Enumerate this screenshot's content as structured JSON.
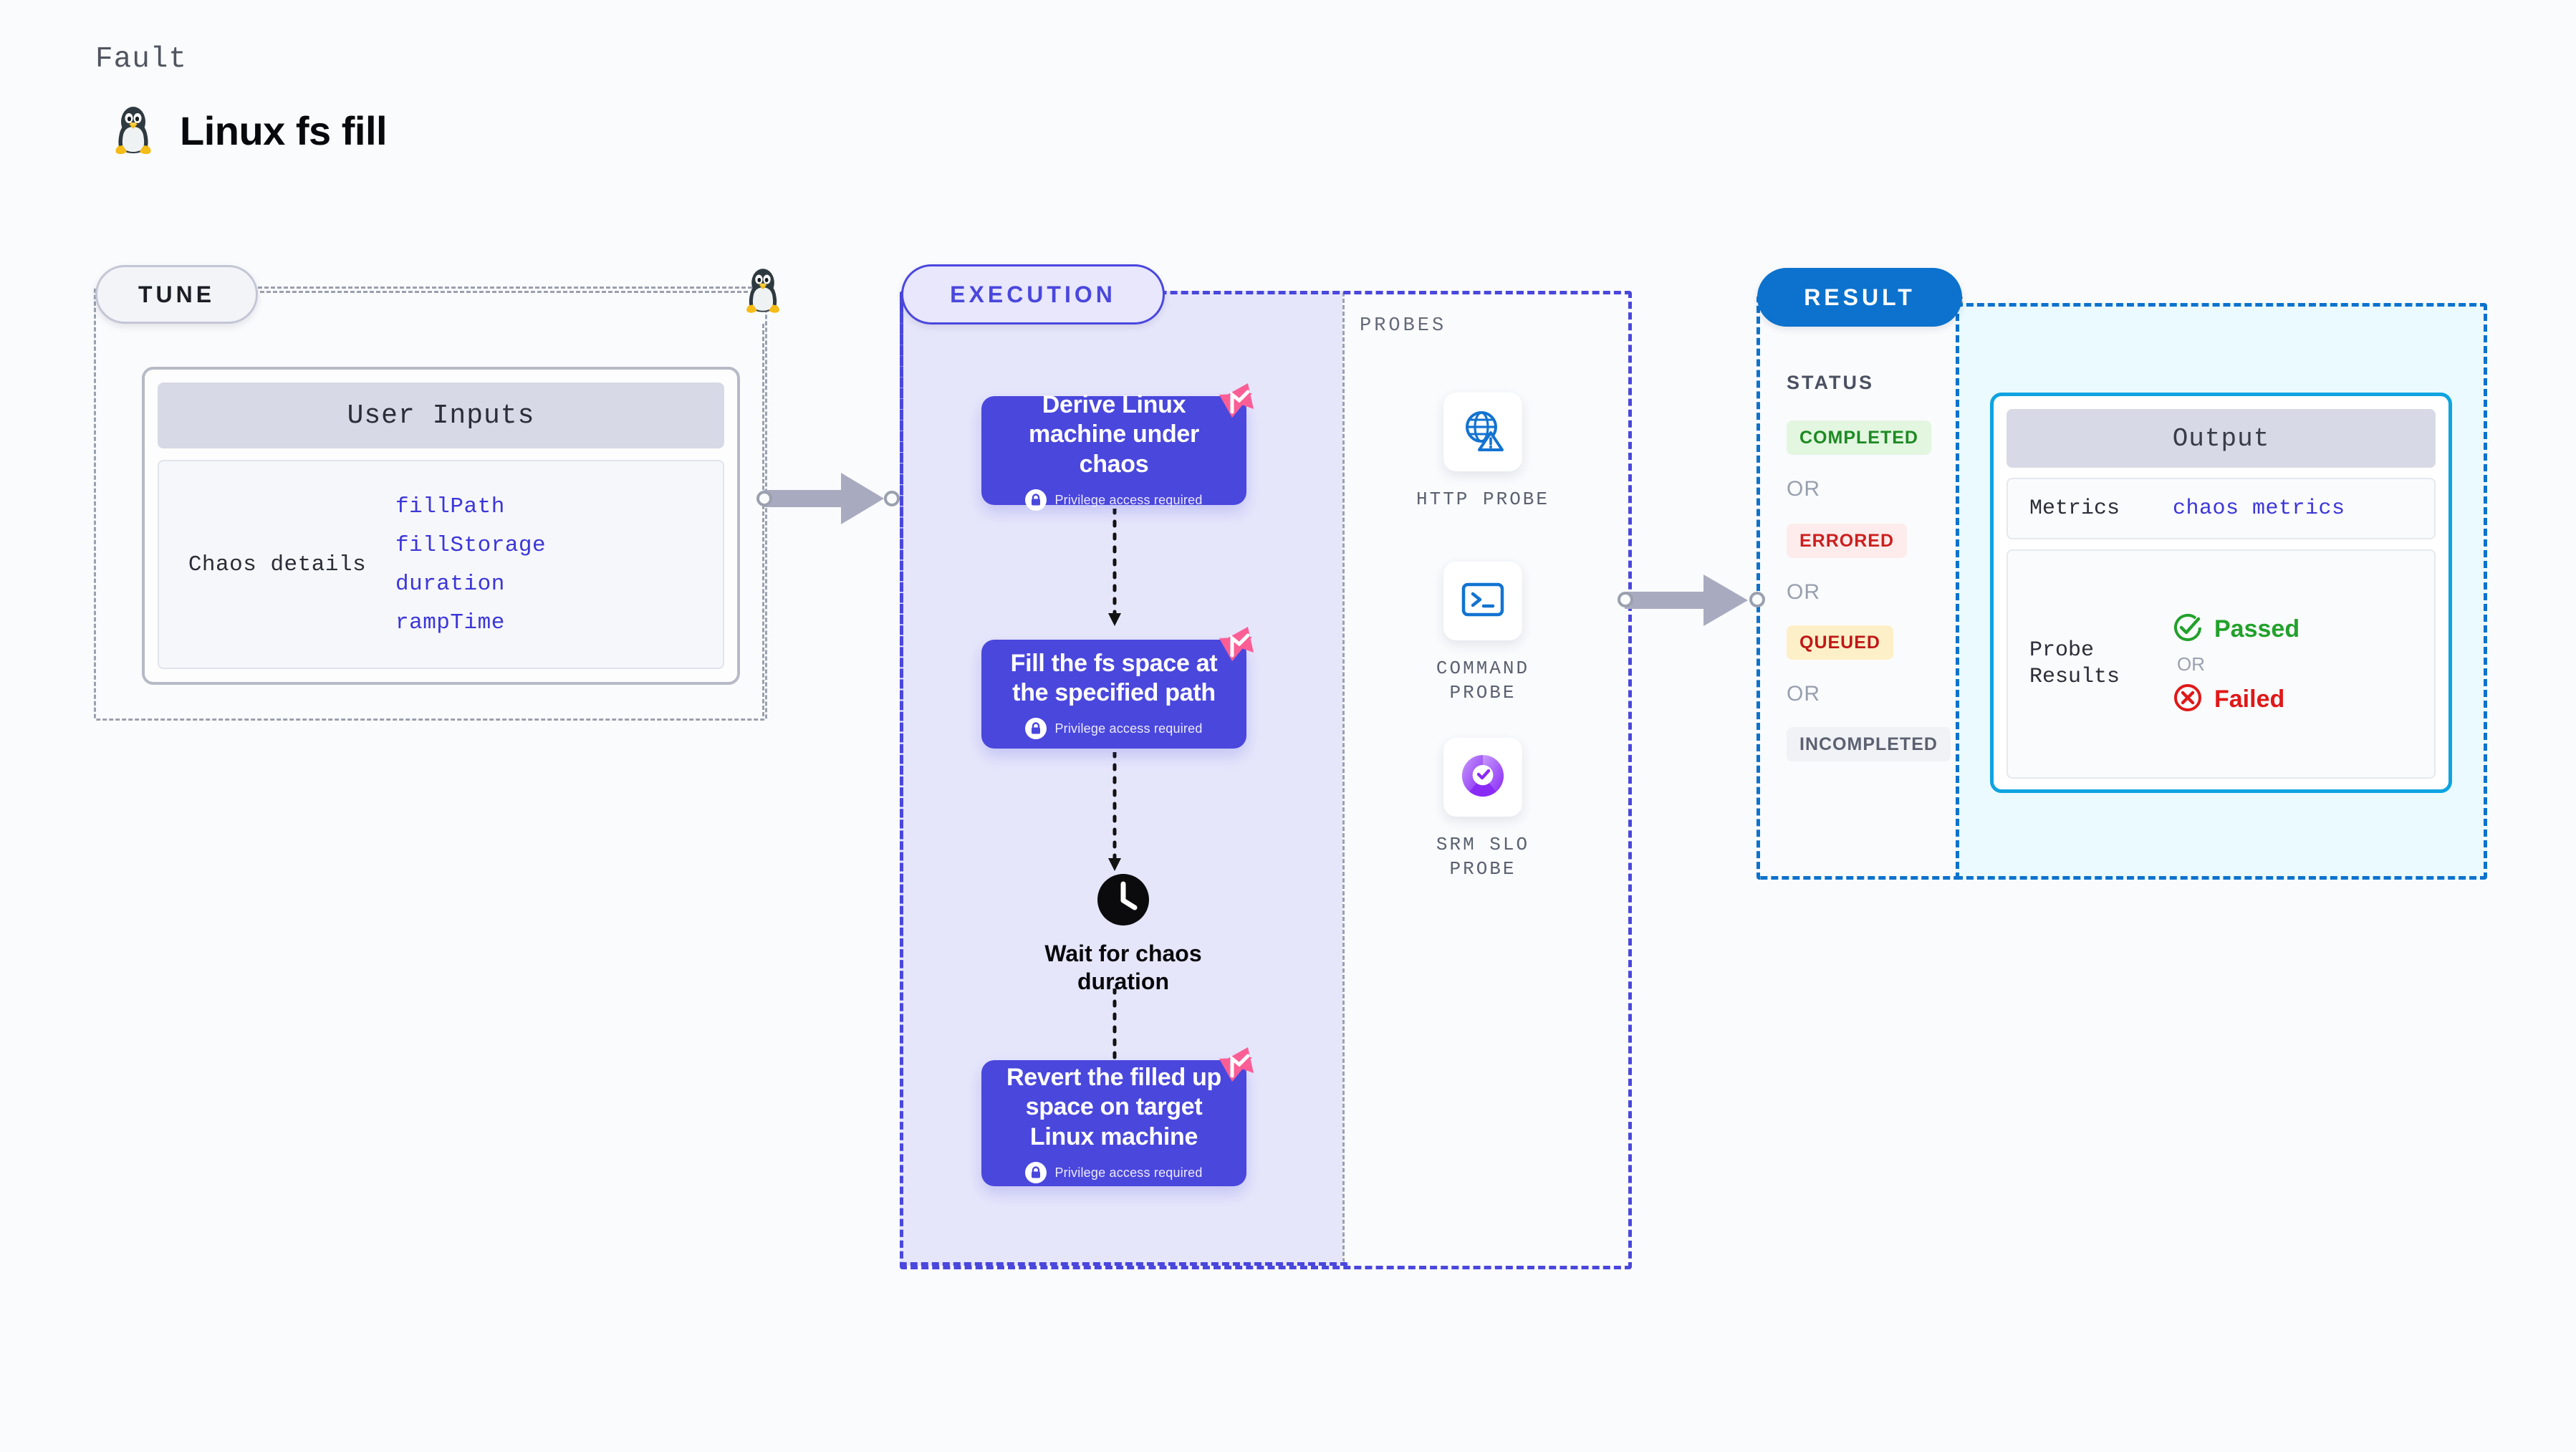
{
  "header": {
    "eyebrow": "Fault",
    "title": "Linux fs fill",
    "icon": "linux-penguin-icon"
  },
  "stages": {
    "tune": {
      "label": "TUNE"
    },
    "execution": {
      "label": "EXECUTION"
    },
    "result": {
      "label": "RESULT"
    }
  },
  "tune": {
    "card_header": "User Inputs",
    "details_label": "Chaos details",
    "params": [
      "fillPath",
      "fillStorage",
      "duration",
      "rampTime"
    ]
  },
  "execution": {
    "privilege_note": "Privilege access required",
    "nodes": [
      {
        "title": "Derive Linux machine under chaos",
        "privileged": true
      },
      {
        "title": "Fill the fs space at the specified path",
        "privileged": true
      },
      {
        "title": "Wait for chaos duration",
        "privileged": false
      },
      {
        "title": "Revert the filled up space on target Linux machine",
        "privileged": true
      }
    ]
  },
  "probes": {
    "label": "PROBES",
    "items": [
      {
        "caption": "HTTP PROBE",
        "icon": "globe-warning-icon"
      },
      {
        "caption": "COMMAND PROBE",
        "icon": "terminal-icon"
      },
      {
        "caption": "SRM SLO PROBE",
        "icon": "slo-donut-check-icon"
      }
    ]
  },
  "result": {
    "status_label": "STATUS",
    "or_label": "OR",
    "statuses": [
      {
        "label": "COMPLETED",
        "color": "#1d8a23",
        "bg": "#e2f6e0"
      },
      {
        "label": "ERRORED",
        "color": "#cc1f1f",
        "bg": "#fdeceb"
      },
      {
        "label": "QUEUED",
        "color": "#c01818",
        "bg": "#fdf0c8"
      },
      {
        "label": "INCOMPLETED",
        "color": "#5b6170",
        "bg": "#f1f2f6"
      }
    ]
  },
  "output": {
    "header": "Output",
    "metrics_key": "Metrics",
    "metrics_value": "chaos metrics",
    "probe_results_key": "Probe Results",
    "or_label": "OR",
    "passed_label": "Passed",
    "failed_label": "Failed",
    "passed_color": "#22a12b",
    "failed_color": "#e01818"
  },
  "colors": {
    "accent_purple": "#4a47dd",
    "exec_panel_bg": "#e6e6fb",
    "result_blue": "#0c72cd",
    "output_cyan": "#0fa3e0",
    "output_bg": "#eafaff",
    "ribbon_pink": "#fb5e95",
    "page_bg": "#fafbfd"
  }
}
